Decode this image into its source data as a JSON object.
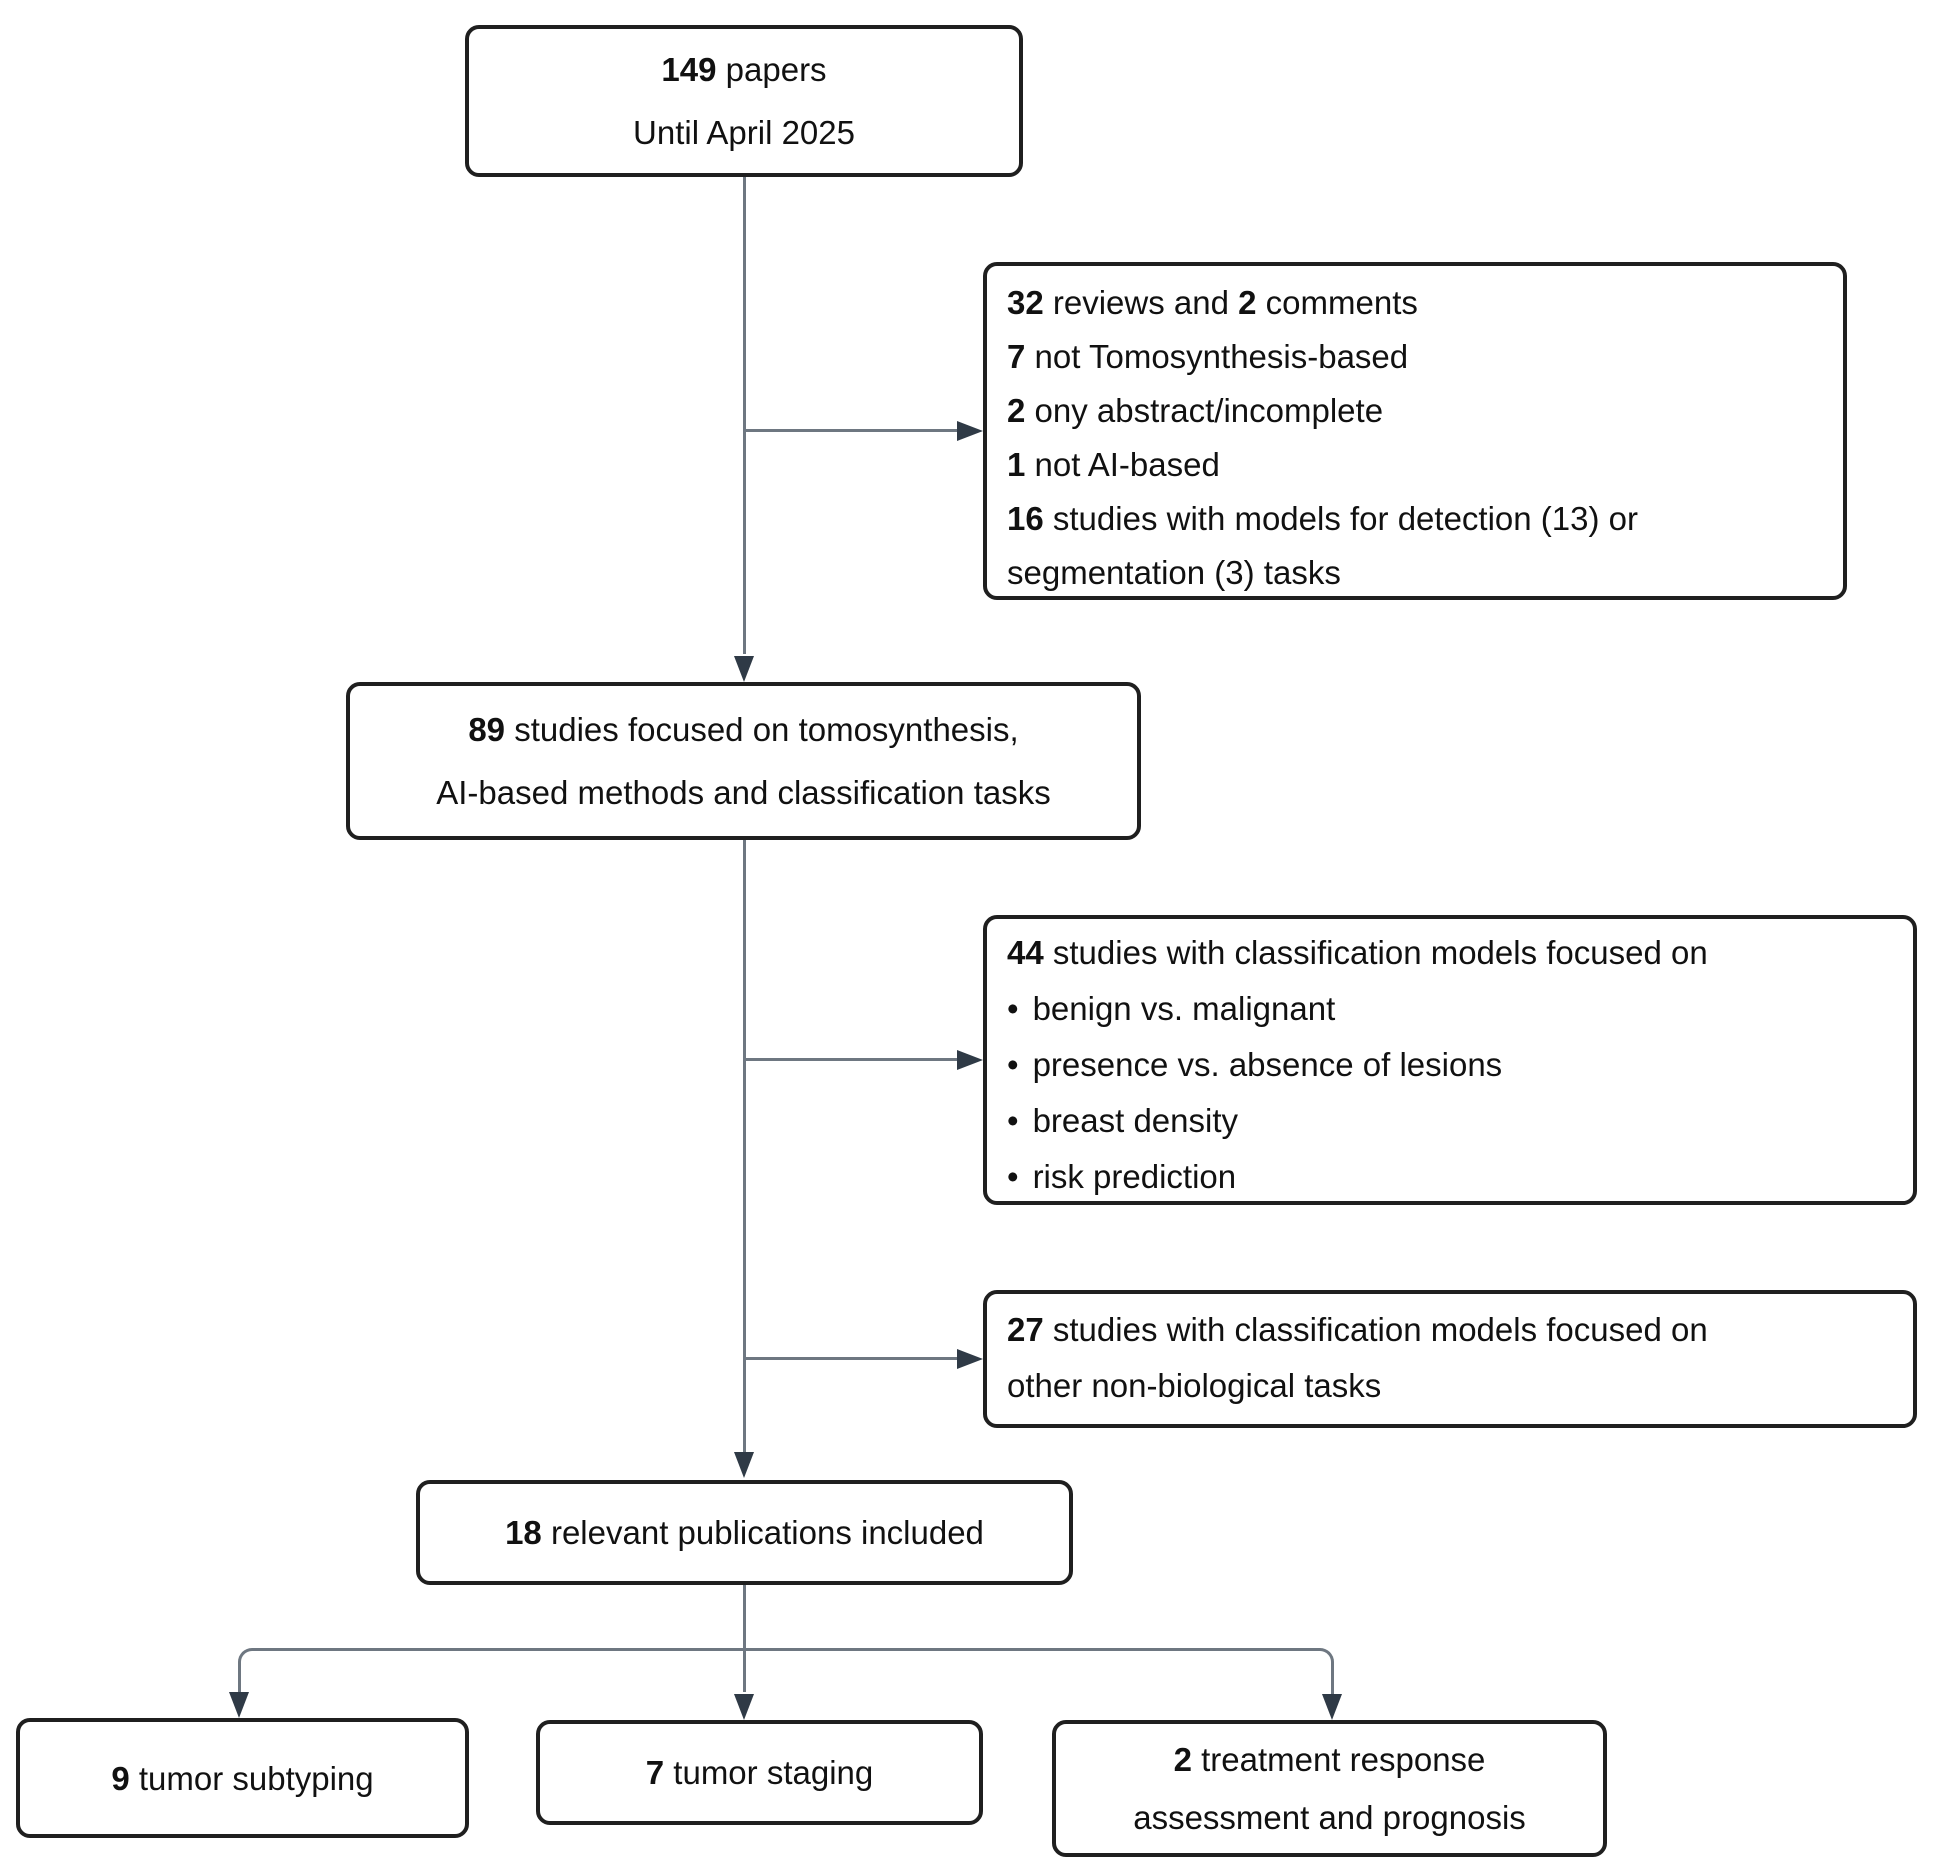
{
  "colors": {
    "background": "#ffffff",
    "box_border": "#1f1f1f",
    "line": "#6e7781",
    "arrow": "#2f3a46",
    "text": "#111111"
  },
  "boxes": {
    "papers": {
      "num": "149",
      "rest": " papers",
      "line2": "Until April 2025"
    },
    "excluded": {
      "line1": {
        "num1": "32",
        "mid": " reviews and ",
        "num2": "2",
        "end": " comments"
      },
      "line2": {
        "num": "7",
        "text": " not Tomosynthesis-based"
      },
      "line3": {
        "num": "2",
        "text": " ony abstract/incomplete"
      },
      "line4": {
        "num": "1",
        "text": " not AI-based"
      },
      "line5": {
        "num": "16",
        "text": " studies with models for detection (13) or segmentation (3) tasks"
      }
    },
    "tomo": {
      "num": "89",
      "rest": " studies focused on tomosynthesis,",
      "line2": "AI-based methods and classification tasks"
    },
    "class44": {
      "num": "44",
      "rest": " studies with classification models focused on",
      "bullet_char": "•",
      "bullets": [
        "benign vs. malignant",
        "presence vs. absence of lesions",
        "breast density",
        "risk prediction"
      ]
    },
    "other27": {
      "num": "27",
      "rest": " studies with classification models focused on",
      "line2": "other non-biological tasks"
    },
    "included": {
      "num": "18",
      "rest": " relevant publications included"
    },
    "subtyping": {
      "num": "9",
      "rest": " tumor subtyping"
    },
    "staging": {
      "num": "7",
      "rest": " tumor staging"
    },
    "treatment": {
      "num": "2",
      "rest": " treatment response",
      "line2": "assessment and prognosis"
    }
  }
}
